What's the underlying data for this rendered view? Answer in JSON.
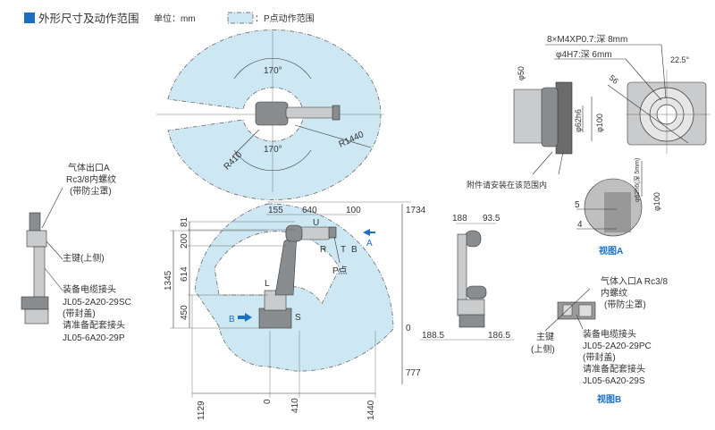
{
  "header": {
    "title": "外形尺寸及动作范围",
    "unit": "单位：mm",
    "legend_label": "：P点动作范围",
    "accent_color": "#1a6fc0",
    "area_color": "#cde7f3"
  },
  "top_view": {
    "angle_top": "170°",
    "angle_bottom": "170°",
    "r_inner": "R410",
    "r_outer": "R1440"
  },
  "side_view": {
    "dims_top": [
      "155",
      "640",
      "100"
    ],
    "dim_height_total": "1734",
    "dims_left": [
      "81",
      "200",
      "614",
      "450"
    ],
    "dim_1345": "1345",
    "dim_zero_right": "0",
    "dim_777": "777",
    "dims_bottom": [
      "1129",
      "0",
      "410",
      "1440"
    ],
    "axis_labels": {
      "U": "U",
      "R": "R",
      "T": "T",
      "B": "B",
      "L": "L",
      "S": "S"
    },
    "view_a_arrow": "A",
    "view_b_arrow": "B",
    "p_point": "P点"
  },
  "rear_view": {
    "dims_top": [
      "188",
      "93.5"
    ],
    "dims_bottom": [
      "188.5",
      "186.5"
    ]
  },
  "left_callouts": {
    "gas_outlet": [
      "气体出口A",
      "Rc3/8内螺纹",
      "(带防尘罩)"
    ],
    "main_key": "主键(上侧)",
    "connector": [
      "装备电缆接头",
      "JL05-2A20-29SC",
      "(带封盖)",
      "请准备配套接头",
      "JL05-6A20-29P"
    ]
  },
  "view_a": {
    "hole_spec": "8×M4XP0.7:深 8mm",
    "pin_spec": "φ4H7:深 6mm",
    "angle": "22.5°",
    "dim_56": "56",
    "dim_phi50": "φ50",
    "dim_phi62": "φ62h6",
    "dim_phi100": "φ100",
    "dim_phi62_depth": "φ62h6(深 5mm)",
    "dim_phi100_b": "φ100",
    "dim_5": "5",
    "dim_4": "4",
    "note": "附件请安装在该范围内",
    "caption": "视图A"
  },
  "view_b": {
    "gas_inlet": [
      "气体入口A Rc3/8",
      "内螺纹",
      "(带防尘罩)"
    ],
    "main_key": [
      "主键",
      "(上侧)"
    ],
    "connector": [
      "装备电缆接头",
      "JL05-2A20-29PC",
      "(带封盖)",
      "请准备配套接头",
      "JL05-6A20-29S"
    ],
    "caption": "视图B"
  }
}
